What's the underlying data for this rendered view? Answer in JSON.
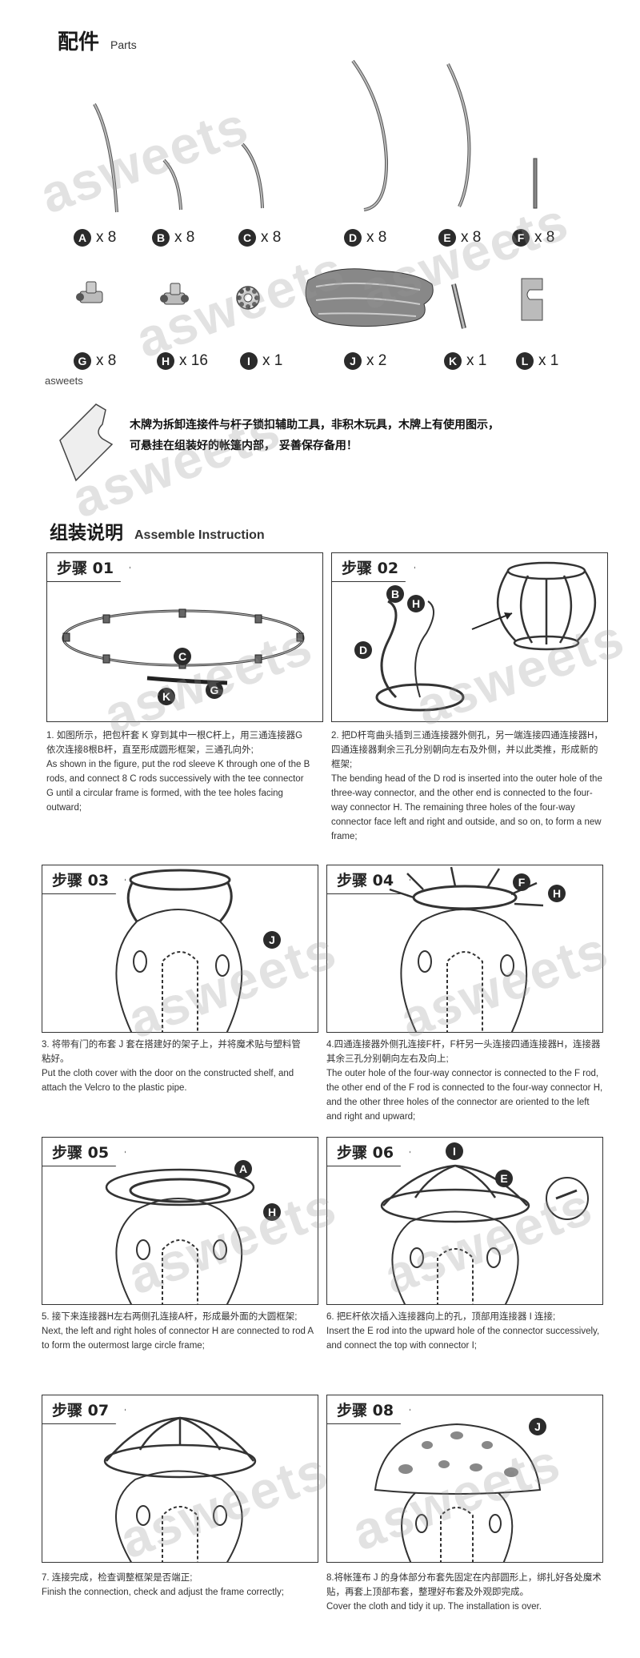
{
  "parts_section": {
    "title": "配件",
    "subtitle": "Parts"
  },
  "parts": [
    {
      "letter": "A",
      "qty": "x 8"
    },
    {
      "letter": "B",
      "qty": "x 8"
    },
    {
      "letter": "C",
      "qty": "x 8"
    },
    {
      "letter": "D",
      "qty": "x 8"
    },
    {
      "letter": "E",
      "qty": "x 8"
    },
    {
      "letter": "F",
      "qty": "x 8"
    },
    {
      "letter": "G",
      "qty": "x 8"
    },
    {
      "letter": "H",
      "qty": "x 16"
    },
    {
      "letter": "I",
      "qty": "x 1"
    },
    {
      "letter": "J",
      "qty": "x 2"
    },
    {
      "letter": "K",
      "qty": "x 1"
    },
    {
      "letter": "L",
      "qty": "x 1"
    }
  ],
  "brand_small": "asweets",
  "watermark": "asweets",
  "wood_note": {
    "line1": "木牌为拆卸连接件与杆子锁扣辅助工具，非积木玩具，木牌上有使用图示，",
    "line2": "可悬挂在组装好的帐篷内部，  妥善保存备用！"
  },
  "assembly_section": {
    "title": "组装说明",
    "subtitle": "Assemble  Instruction"
  },
  "steps": [
    {
      "label": "步骤 01",
      "cn": "1. 如图所示，把包杆套 K 穿到其中一根C杆上，用三通连接器G依次连接8根B杆，直至形成圆形框架，三通孔向外;",
      "en": "As shown in the figure, put the rod sleeve K through one of the B rods, and connect 8 C rods successively with the tee connector G until a circular frame is formed, with the tee holes facing outward;"
    },
    {
      "label": "步骤 02",
      "cn": "2.  把D杆弯曲头插到三通连接器外侧孔，另一端连接四通连接器H，四通连接器剩余三孔分别朝向左右及外侧，并以此类推，形成新的框架;",
      "en": "The bending head of the D rod is inserted into the outer hole of the three-way connector, and the other end is connected to the four-way connector H. The remaining three holes of the four-way connector face left and right and outside, and so on, to form a new frame;"
    },
    {
      "label": "步骤 03",
      "cn": "3. 将带有门的布套 J 套在搭建好的架子上，并将魔术贴与塑料管粘好。",
      "en": "Put the cloth cover with the door on the constructed shelf, and attach the Velcro to the plastic pipe."
    },
    {
      "label": "步骤 04",
      "cn": "4.四通连接器外侧孔连接F杆，F杆另一头连接四通连接器H，连接器其余三孔分别朝向左右及向上;",
      "en": "The outer hole of the four-way connector is connected to the F rod, the other end of the F rod is connected to the four-way connector H, and the other three holes of the connector are oriented to the left and right and upward;"
    },
    {
      "label": "步骤 05",
      "cn": "5.  接下来连接器H左右两侧孔连接A杆，形成最外面的大圆框架;",
      "en": "Next, the left and right holes of connector H are connected to rod A to form the outermost large circle frame;"
    },
    {
      "label": "步骤 06",
      "cn": "6. 把E杆依次插入连接器向上的孔，顶部用连接器 I 连接;",
      "en": "Insert the E rod into the upward hole of the connector successively, and connect the top with connector I;"
    },
    {
      "label": "步骤 07",
      "cn": "7. 连接完成，检查调整框架是否端正;",
      "en": "Finish the connection, check and adjust the frame correctly;"
    },
    {
      "label": "步骤 08",
      "cn": "8.将帐篷布 J 的身体部分布套先固定在内部圆形上，绑扎好各处魔术贴，再套上顶部布套，整理好布套及外观即完成。",
      "en": "Cover the cloth and tidy it up. The installation is over."
    }
  ],
  "callouts": {
    "s1": [
      "C",
      "K",
      "G"
    ],
    "s2": [
      "B",
      "H",
      "D"
    ],
    "s3": [
      "J"
    ],
    "s4": [
      "F",
      "H"
    ],
    "s5": [
      "A",
      "H"
    ],
    "s6": [
      "I",
      "E"
    ],
    "s8": [
      "J"
    ]
  }
}
